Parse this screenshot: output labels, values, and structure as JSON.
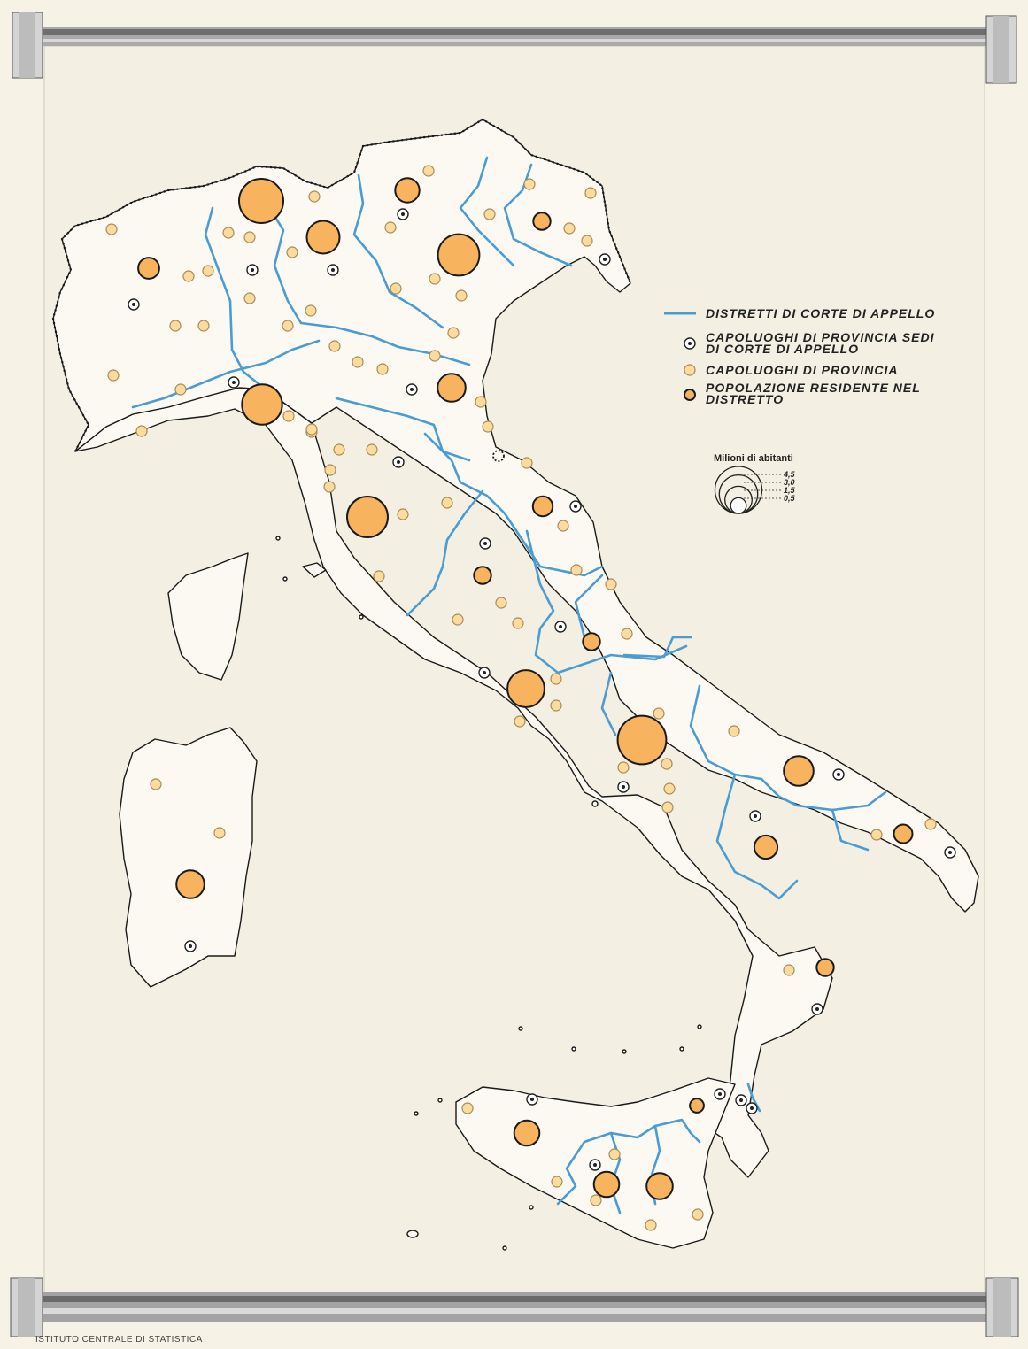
{
  "legend": {
    "districts": "DISTRETTI DI CORTE DI APPELLO",
    "seat_line1": "CAPOLUOGHI DI PROVINCIA SEDI",
    "seat_line2": "DI CORTE DI APPELLO",
    "capital": "CAPOLUOGHI DI PROVINCIA",
    "population_line1": "POPOLAZIONE RESIDENTE NEL",
    "population_line2": "DISTRETTO"
  },
  "scale": {
    "title": "Milioni di abitanti",
    "values": [
      {
        "value": 4.5,
        "label": "4,5"
      },
      {
        "value": 3.0,
        "label": "3,0"
      },
      {
        "value": 1.5,
        "label": "1,5"
      },
      {
        "value": 0.5,
        "label": "0,5"
      }
    ]
  },
  "footer": "ISTITUTO CENTRALE DI STATISTICA",
  "colors": {
    "paper": "#f6f2e6",
    "land": "#fbf9f1",
    "district_line": "#4a9cd3",
    "population_fill": "#f8b35e",
    "capital_fill": "#fbdc9e",
    "outline": "#1a1a1a",
    "roller": "#9a9a9a"
  },
  "population_districts_millions": [
    1.2,
    4.0,
    2.2,
    3.5,
    0.6,
    0.9,
    3.3,
    1.6,
    3.4,
    0.8,
    0.6,
    0.6,
    2.8,
    4.8,
    1.8,
    0.7,
    1.1,
    1.6,
    0.6,
    1.3,
    1.4,
    0.4,
    1.3
  ]
}
